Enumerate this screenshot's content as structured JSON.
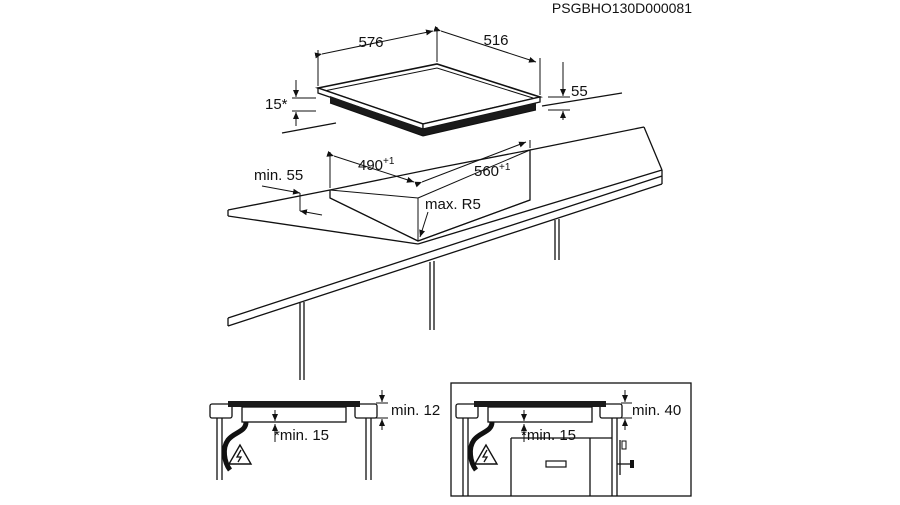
{
  "document_code": "PSGBHO130D000081",
  "hob": {
    "width_label": "576",
    "depth_label": "516",
    "height_label": "55",
    "frame_label": "15*"
  },
  "cutout": {
    "width_label": "560",
    "width_tol": "+1",
    "depth_label": "490",
    "depth_tol": "+1",
    "edge_label": "min. 55",
    "radius_label": "max. R5"
  },
  "detail_left": {
    "top_label": "min. 12",
    "gap_label": "*min. 15"
  },
  "detail_right": {
    "top_label": "min. 40",
    "gap_label": "*min. 15"
  }
}
